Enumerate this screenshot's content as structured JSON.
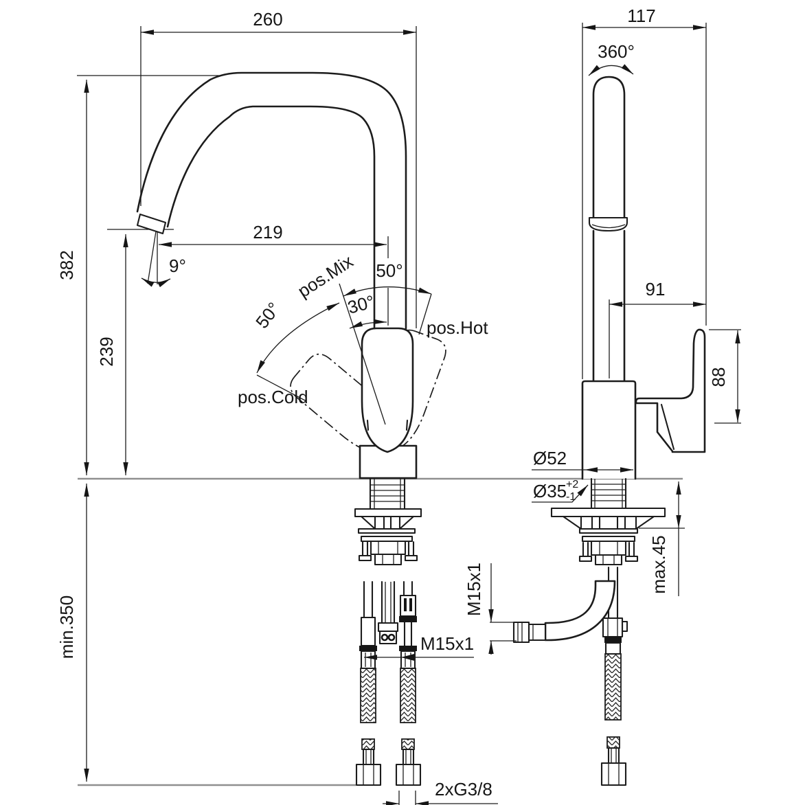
{
  "drawing": {
    "type": "technical installation drawing - single-lever kitchen sink mixer, two orthographic views with dimensions in mm",
    "front_view": {
      "dim_overall_width": "260",
      "dim_overall_height": "382",
      "dim_spout_reach": "219",
      "dim_outlet_height": "239",
      "angle_spout_tilt": "9°",
      "angle_mix": "30°",
      "angle_hot": "50°",
      "angle_cold": "50°",
      "label_pos_mix": "pos.Mix",
      "label_pos_hot": "pos.Hot",
      "label_pos_cold": "pos.Cold",
      "dim_min_clearance": "min.350",
      "label_hose_thread": "M15x1",
      "label_supply_thread": "2xG3/8"
    },
    "side_view": {
      "dim_overall_depth": "117",
      "angle_spout_swivel": "360°",
      "dim_spout_axis_offset": "91",
      "dim_handle_height": "88",
      "dim_body_diameter": "Ø52",
      "dim_hole_diameter": "Ø35",
      "tol_hole_plus": "+2",
      "tol_hole_minus": "-1",
      "dim_max_deck_thickness": "max.45",
      "label_hose_thread": "M15x1"
    }
  }
}
